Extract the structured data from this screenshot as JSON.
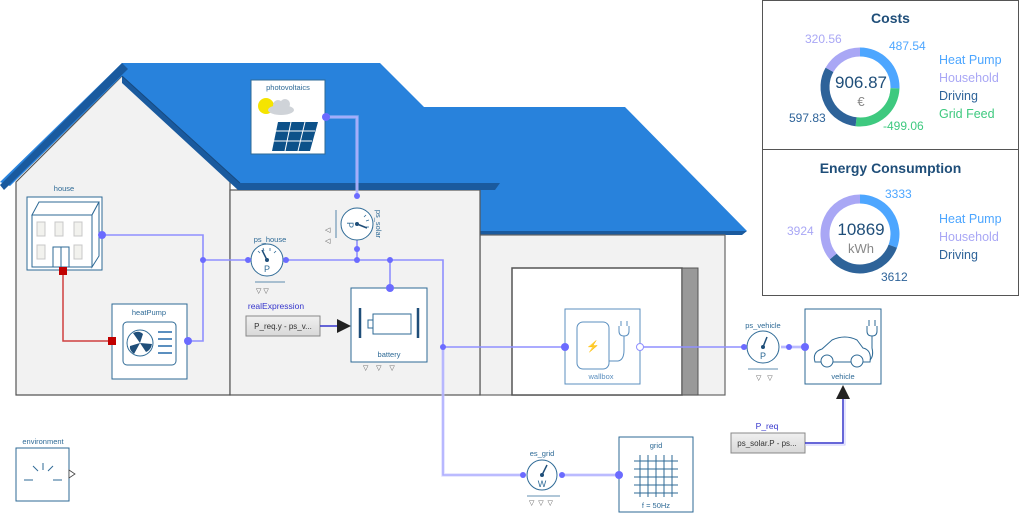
{
  "diagram": {
    "components": {
      "photovoltaics": "photovoltaics",
      "house": "house",
      "heatPump": "heatPump",
      "ps_house": "ps_house",
      "ps_solar": "ps_solar",
      "battery": "battery",
      "realExpression_label": "realExpression",
      "realExpression_value": "P_req.y - ps_v...",
      "wallbox": "wallbox",
      "ps_vehicle": "ps_vehicle",
      "vehicle": "vehicle",
      "P_req_label": "P_req",
      "P_req_value": "ps_solar.P - ps...",
      "es_grid": "es_grid",
      "grid": "grid",
      "grid_freq": "f = 50Hz",
      "environment": "environment",
      "meter_P": "P",
      "meter_W": "W"
    }
  },
  "panels": {
    "costs": {
      "title": "Costs",
      "total": "906.87",
      "unit": "€",
      "legend": [
        "Heat Pump",
        "Household",
        "Driving",
        "Grid Feed"
      ],
      "values": {
        "heat_pump": "487.54",
        "household": "320.56",
        "driving": "597.83",
        "grid_feed": "-499.06"
      }
    },
    "energy": {
      "title": "Energy Consumption",
      "total": "10869",
      "unit": "kWh",
      "legend": [
        "Heat Pump",
        "Household",
        "Driving"
      ],
      "values": {
        "heat_pump": "3333",
        "household": "3924",
        "driving": "3612"
      }
    }
  },
  "colors": {
    "heat_pump": "#4da6ff",
    "household": "#a9a7f5",
    "driving": "#2e6399",
    "grid_feed": "#3ec97f",
    "roof": "#2882dc",
    "roof_edge": "#1a5a9e",
    "wall": "#f2f2f2",
    "connector": "#6b6bff",
    "heat": "#c00000",
    "icon": "#2e6a96"
  }
}
